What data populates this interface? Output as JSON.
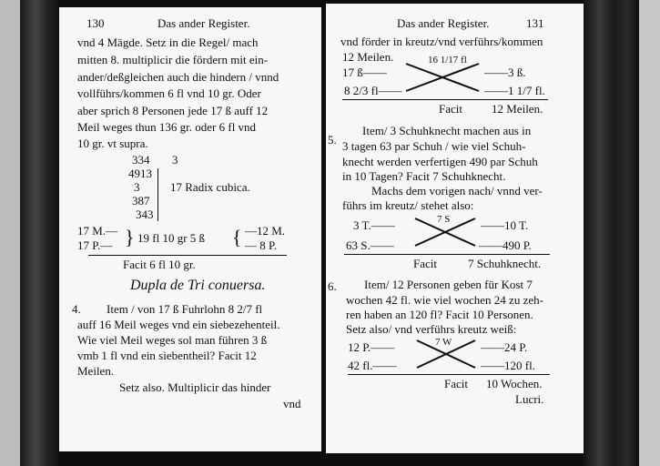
{
  "left_page": {
    "page_number": "130",
    "running_head": "Das ander Register.",
    "lines": [
      "vnd 4 Mägde.  Setz in die Regel/ mach",
      "mitten 8. multiplicir die fördern mit ein-",
      "ander/deßgleichen auch die hindern / vnnd",
      "vollführs/kommen 6 fl vnd 10 gr. Oder",
      "aber sprich 8 Personen jede 17 ß auff 12",
      "Meil weges thun 136 gr. oder 6 fl vnd",
      "10 gr. vt supra."
    ],
    "cube_root": {
      "digits": [
        "334",
        "4913",
        "3",
        "387",
        "343"
      ],
      "divisor": "3",
      "label": "17 Radix cubica."
    },
    "proportion": {
      "left_top": "17 M.—",
      "left_bottom": "17 P.—",
      "middle": "19 fl 10 gr 5 ß",
      "right_top": "—12 M.",
      "right_bottom": "— 8 P.",
      "result": "Facit 6 fl 10 gr."
    },
    "section_title": "Dupla de Tri conuersa.",
    "item_number": "4.",
    "item_lines": [
      "Item / von 17 ß Fuhrlohn 8 2/7 fl",
      "auff 16 Meil weges vnd ein siebezehenteil.",
      "Wie viel Meil weges sol man führen 3 ß",
      "vmb 1 fl vnd ein siebentheil? Facit 12",
      "Meilen.",
      "Setz also. Multiplicir das hinder",
      "vnd"
    ]
  },
  "right_page": {
    "page_number": "131",
    "running_head": "Das ander Register.",
    "lines": [
      "vnd förder in kreutz/vnd verführs/kommen",
      "12 Meilen."
    ],
    "diagram1": {
      "left_top": "17 ß——",
      "left_bottom": "8 2/3 fl——",
      "middle": "16 1/17 fl",
      "right_top": "——3 ß.",
      "right_bottom": "——1 1/7 fl.",
      "facit": "Facit",
      "result": "12 Meilen."
    },
    "item5_number": "5.",
    "item5_lines": [
      "Item/ 3 Schuhknecht machen aus in",
      "3 tagen 63 par Schuh / wie viel Schuh-",
      "knecht werden verfertigen 490 par Schuh",
      "in 10 Tagen? Facit 7 Schuhknecht.",
      "Machs dem vorigen nach/ vnnd ver-",
      "führs im kreutz/ stehet also:"
    ],
    "diagram2": {
      "left_top": "3 T.——",
      "left_bottom": "63 S.——",
      "middle": "7 S",
      "right_top": "——10 T.",
      "right_bottom": "——490 P.",
      "facit": "Facit",
      "result": "7 Schuhknecht."
    },
    "item6_number": "6.",
    "item6_lines": [
      "Item/ 12 Personen geben für Kost 7",
      "wochen 42 fl. wie viel wochen 24 zu zeh-",
      "ren haben an 120 fl? Facit 10 Personen.",
      "Setz also/ vnd verführs kreutz weiß:"
    ],
    "diagram3": {
      "left_top": "12 P.——",
      "left_bottom": "42 fl.——",
      "middle": "7 W",
      "right_top": "——24 P.",
      "right_bottom": "——120 fl.",
      "facit": "Facit",
      "result": "10 Wochen."
    },
    "catchword": "Lucri."
  }
}
